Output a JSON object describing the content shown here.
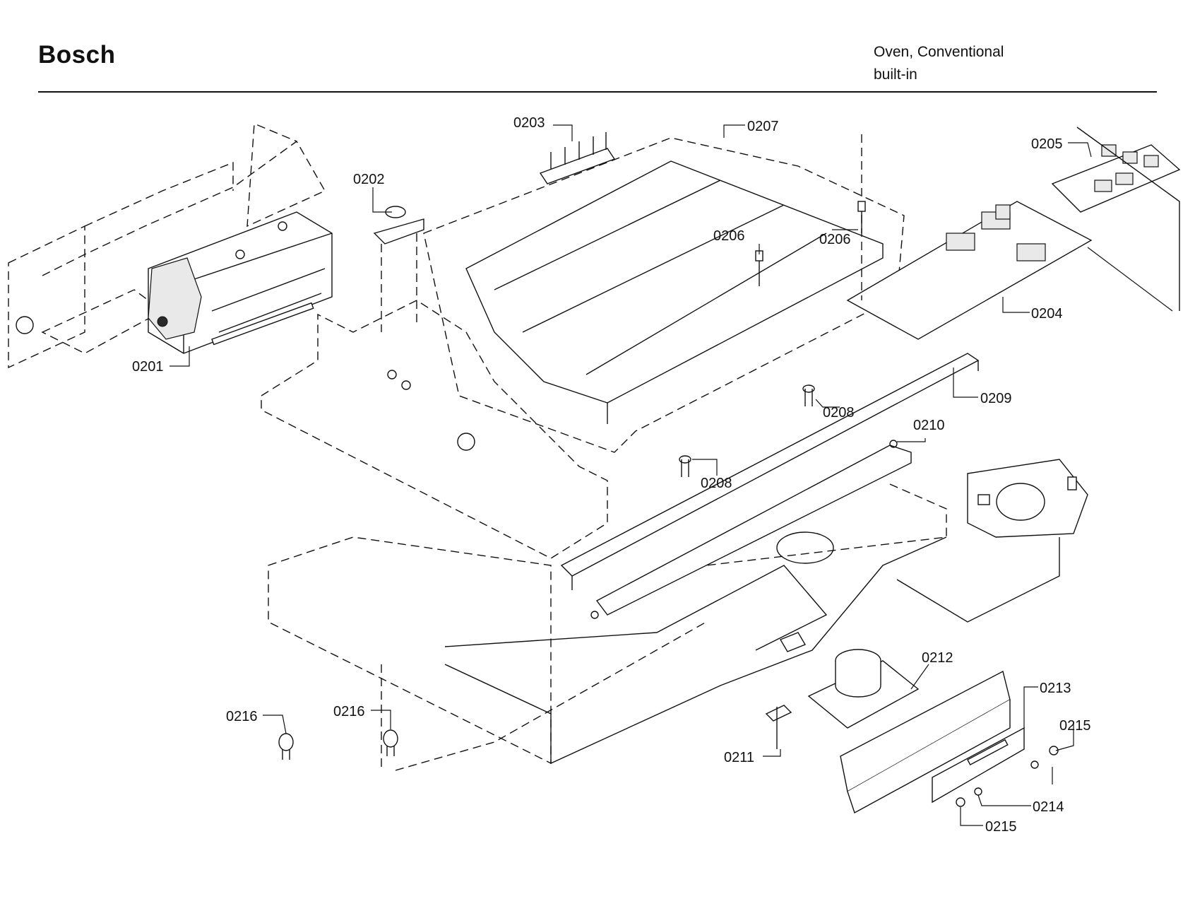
{
  "header": {
    "brand": "Bosch",
    "product_line1": "Oven, Conventional",
    "product_line2": "built-in"
  },
  "parts": [
    {
      "id": "p0201",
      "label": "0201"
    },
    {
      "id": "p0202",
      "label": "0202"
    },
    {
      "id": "p0203",
      "label": "0203"
    },
    {
      "id": "p0204",
      "label": "0204"
    },
    {
      "id": "p0205",
      "label": "0205"
    },
    {
      "id": "p0206a",
      "label": "0206"
    },
    {
      "id": "p0206b",
      "label": "0206"
    },
    {
      "id": "p0207",
      "label": "0207"
    },
    {
      "id": "p0208a",
      "label": "0208"
    },
    {
      "id": "p0208b",
      "label": "0208"
    },
    {
      "id": "p0209",
      "label": "0209"
    },
    {
      "id": "p0210",
      "label": "0210"
    },
    {
      "id": "p0211",
      "label": "0211"
    },
    {
      "id": "p0212",
      "label": "0212"
    },
    {
      "id": "p0213",
      "label": "0213"
    },
    {
      "id": "p0214",
      "label": "0214"
    },
    {
      "id": "p0215a",
      "label": "0215"
    },
    {
      "id": "p0215b",
      "label": "0215"
    },
    {
      "id": "p0216a",
      "label": "0216"
    },
    {
      "id": "p0216b",
      "label": "0216"
    }
  ]
}
